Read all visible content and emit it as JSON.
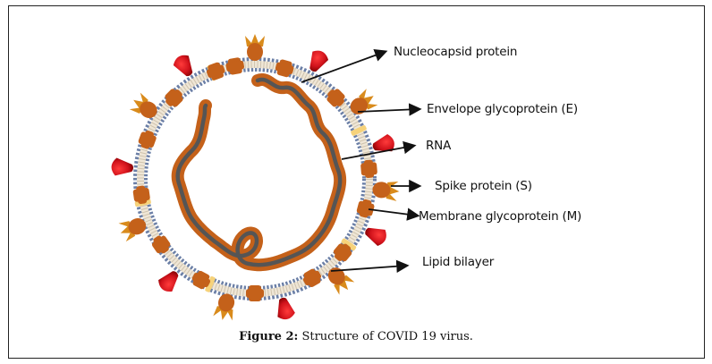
{
  "figure": {
    "caption_label": "Figure 2:",
    "caption_text": " Structure of COVID 19 virus."
  },
  "labels": {
    "nucleocapsid": "Nucleocapsid protein",
    "envelope": "Envelope glycoprotein (E)",
    "rna": "RNA",
    "spike": "Spike protein (S)",
    "membrane": "Membrane glycoprotein (M)",
    "lipid": "Lipid bilayer"
  },
  "colors": {
    "membrane_outer": "#6b7fa6",
    "membrane_inner": "#efe6d6",
    "protein_orange": "#c4611a",
    "spike_gold": "#d98b1c",
    "red_protein": "#d0121b",
    "envelope_yellow": "#f6d27a",
    "rna_gray": "#555555"
  }
}
